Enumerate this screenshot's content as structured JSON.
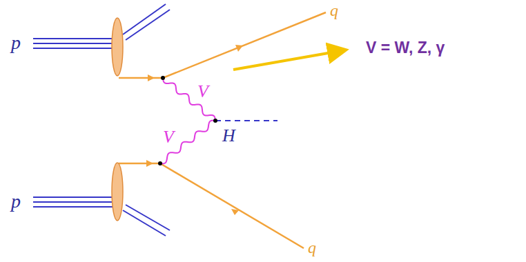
{
  "diagram": {
    "labels": [
      "p",
      "p",
      "q",
      "q",
      "V",
      "V",
      "H",
      "V = W, Z, γ"
    ]
  }
}
